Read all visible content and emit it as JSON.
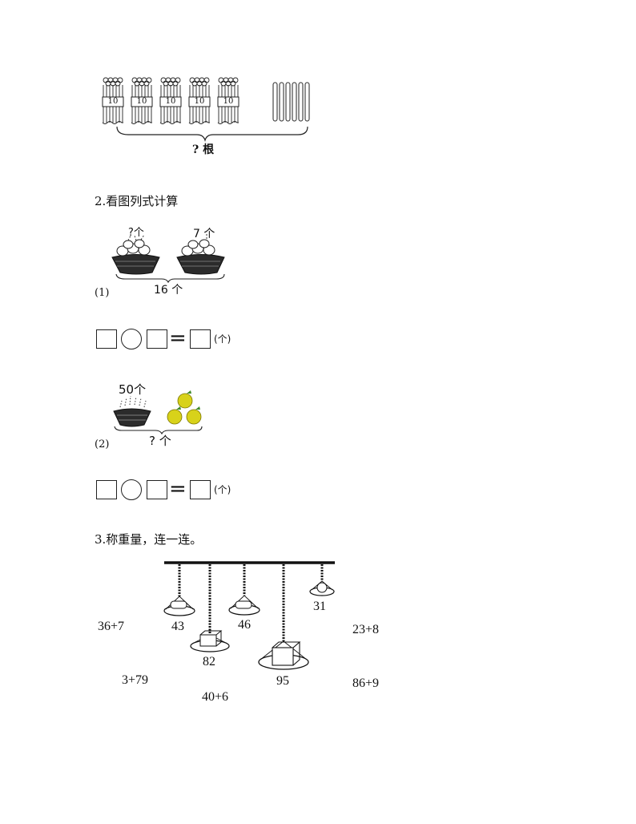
{
  "bundles": {
    "count": 5,
    "bundle_label": "10",
    "loose_sticks": 6,
    "brace_label": "? 根"
  },
  "q2": {
    "heading": "2.看图列式计算",
    "p1": {
      "label": "(1)",
      "left_basket": "?个",
      "right_basket": "7 个",
      "total": "16 个",
      "unit": "(个)"
    },
    "p2": {
      "label": "(2)",
      "basket": "50个",
      "total": "? 个",
      "pears_count": 3,
      "unit": "(个)"
    },
    "equals": "="
  },
  "q3": {
    "heading": "3.称重量，连一连。",
    "weights": [
      "43",
      "82",
      "46",
      "95",
      "31"
    ],
    "expressions": [
      "36+7",
      "3+79",
      "40+6",
      "23+8",
      "86+9"
    ]
  },
  "colors": {
    "ink": "#111111",
    "pear": "#d8d21a",
    "leaf": "#3e8a2a"
  }
}
